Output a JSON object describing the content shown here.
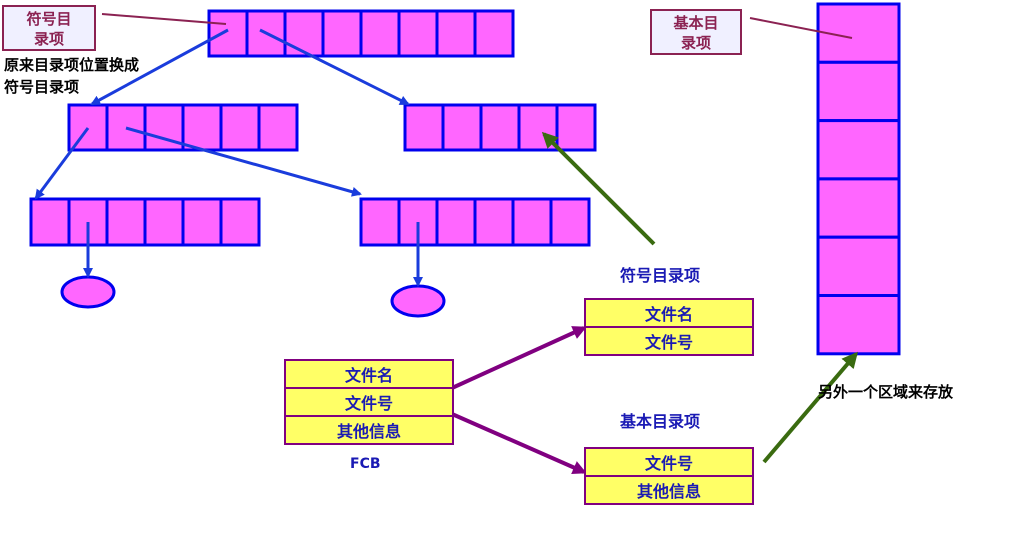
{
  "labels": {
    "symbol_dir_box": "符号目\n录项",
    "basic_dir_box": "基本目\n录项",
    "note_replace": "原来目录项位置换成\n符号目录项",
    "note_other_area": "另外一个区域来存放",
    "symbol_heading": "符号目录项",
    "basic_heading": "基本目录项",
    "fcb": "FCB"
  },
  "fcb_table": [
    "文件名",
    "文件号",
    "其他信息"
  ],
  "symbol_table": [
    "文件名",
    "文件号"
  ],
  "basic_table": [
    "文件号",
    "其他信息"
  ],
  "colors": {
    "cell_fill": "#ff66ff",
    "cell_border": "#0000ee",
    "tree_arrow": "#1a3cdc",
    "green_arrow": "#3a6b10",
    "purple_arrow": "#800080",
    "table_fill": "#ffff66",
    "label_border": "#8b2252"
  }
}
